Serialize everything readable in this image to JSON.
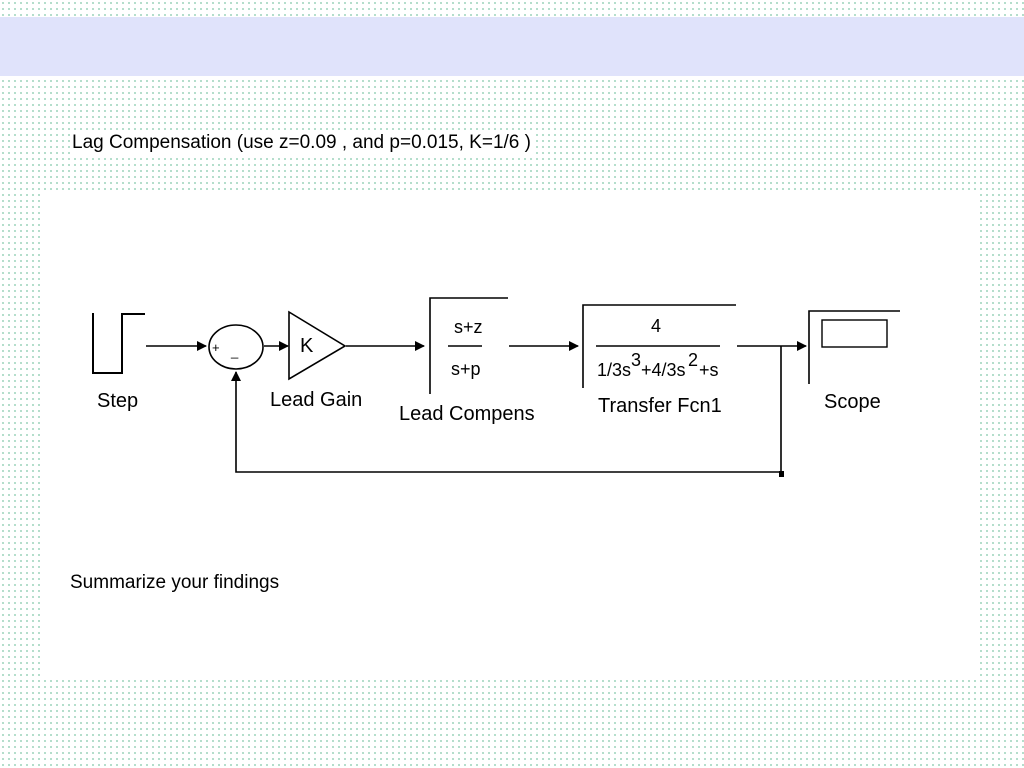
{
  "slide": {
    "title": "Lag Compensation (use z=0.09 , and p=0.015, K=1/6 )",
    "footer": "Summarize your findings"
  },
  "diagram": {
    "step": {
      "label": "Step"
    },
    "sum": {
      "plus": "+",
      "minus": "_"
    },
    "gain": {
      "symbol": "K",
      "label": "Lead Gain"
    },
    "compensator": {
      "numerator": "s+z",
      "denominator": "s+p",
      "label": "Lead Compens"
    },
    "transfer": {
      "numerator": "4",
      "denominator_part1": "1/3s",
      "exp1": "3",
      "denominator_part2": "+4/3s",
      "exp2": "2",
      "denominator_part3": "+s",
      "label": "Transfer Fcn1"
    },
    "scope": {
      "label": "Scope"
    }
  }
}
